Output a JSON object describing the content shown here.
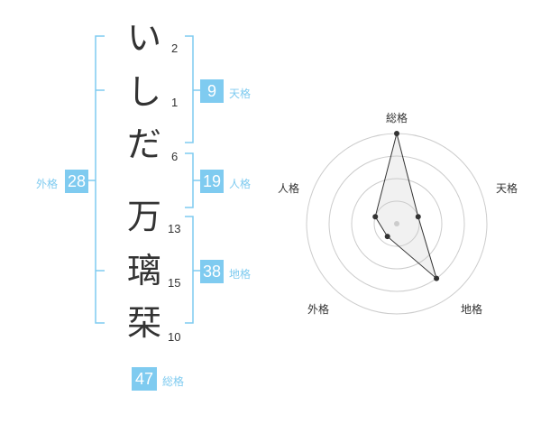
{
  "name_chars": [
    {
      "char": "い",
      "strokes": "2"
    },
    {
      "char": "し",
      "strokes": "1"
    },
    {
      "char": "だ",
      "strokes": "6"
    },
    {
      "char": "万",
      "strokes": "13"
    },
    {
      "char": "璃",
      "strokes": "15"
    },
    {
      "char": "栞",
      "strokes": "10"
    }
  ],
  "kakusu": {
    "tenkaku": {
      "value": "9",
      "label": "天格"
    },
    "jinkaku": {
      "value": "19",
      "label": "人格"
    },
    "chikaku": {
      "value": "38",
      "label": "地格"
    },
    "gaikaku": {
      "value": "28",
      "label": "外格"
    },
    "soukaku": {
      "value": "47",
      "label": "総格"
    }
  },
  "colors": {
    "accent": "#7fcbf0",
    "text": "#333333",
    "grid": "#cccccc"
  },
  "chart_data": {
    "type": "radar",
    "axes": [
      "総格",
      "天格",
      "地格",
      "外格",
      "人格"
    ],
    "values": [
      4,
      1,
      3,
      0.7,
      1
    ],
    "r_max": 4
  }
}
